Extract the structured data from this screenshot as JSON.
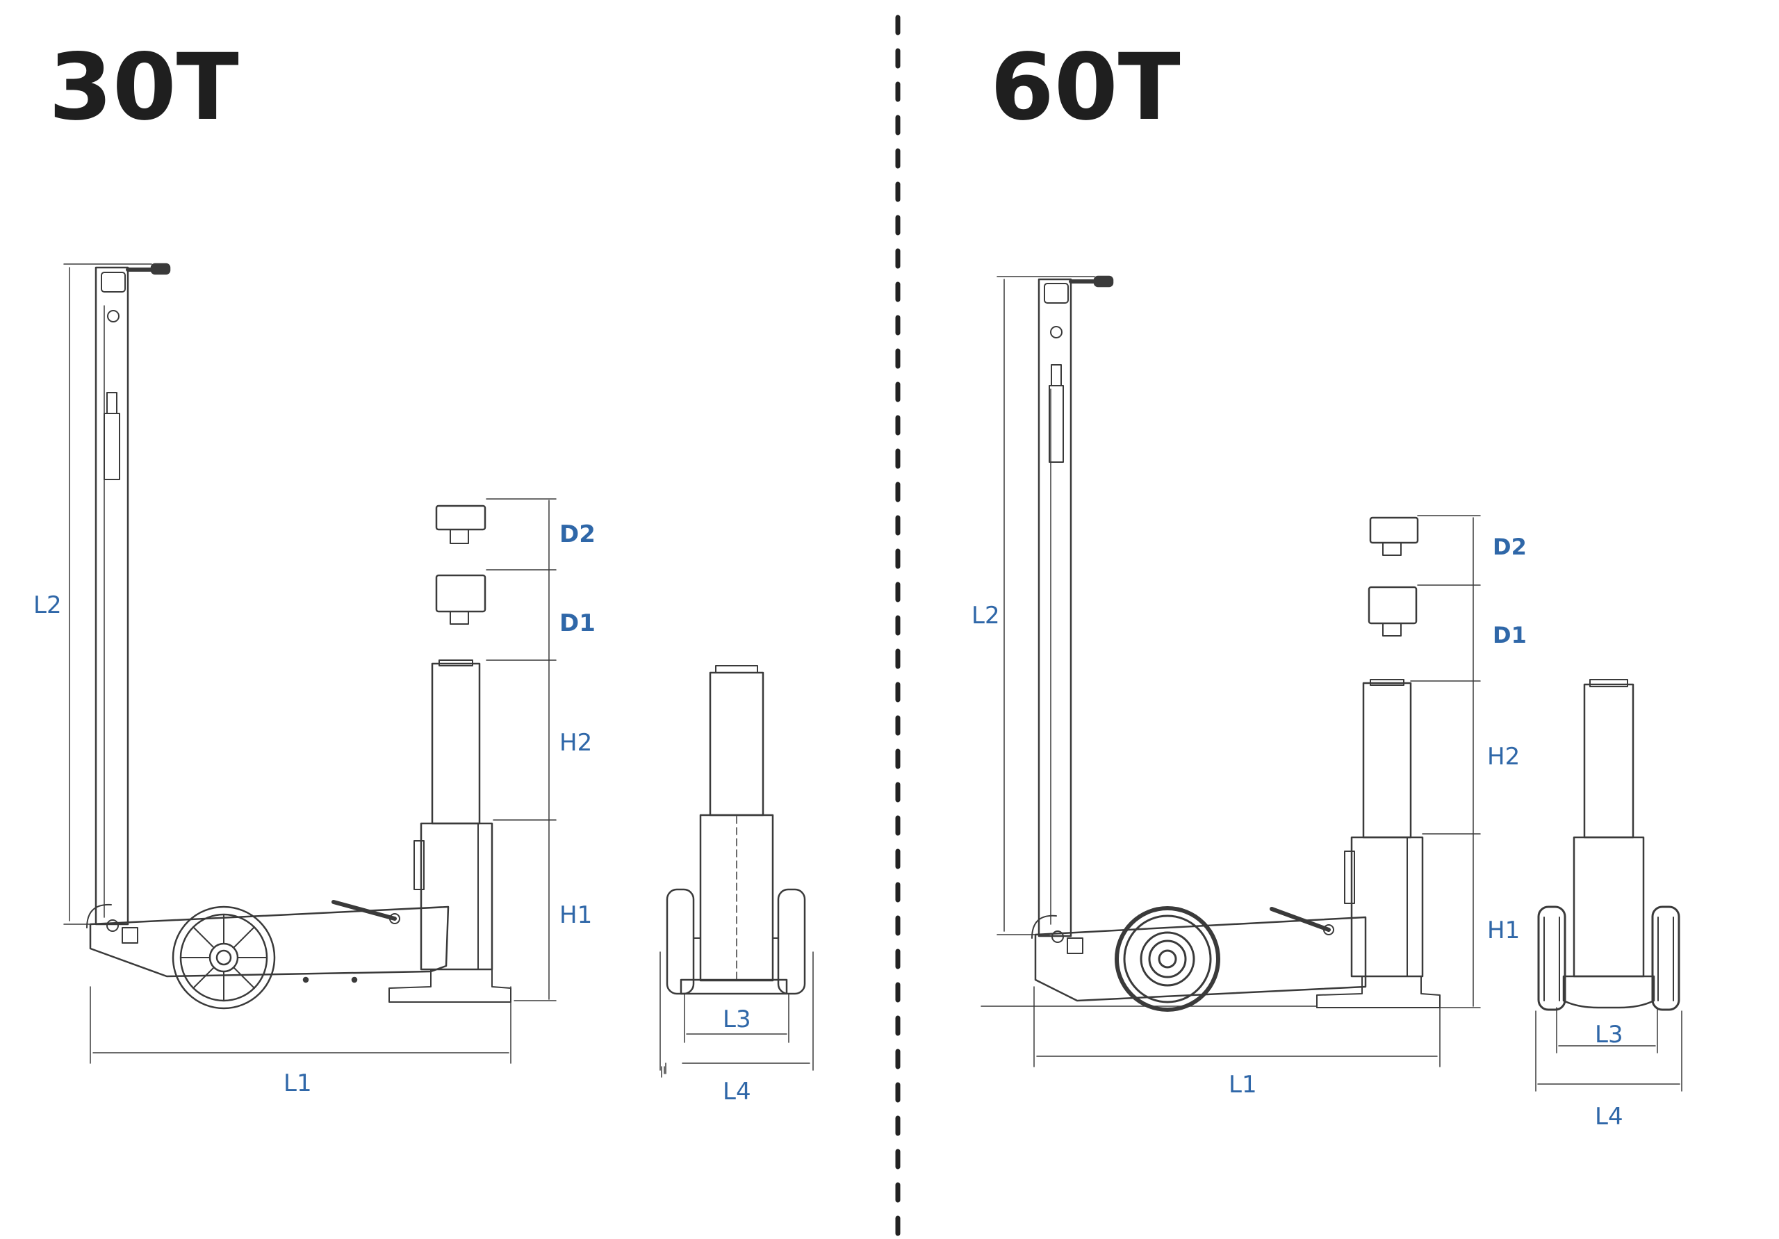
{
  "jack_30t": {
    "title": "30T",
    "labels": {
      "l2": "L2",
      "d2": "D2",
      "d1": "D1",
      "h2": "H2",
      "h1": "H1",
      "l1": "L1",
      "l3": "L3",
      "l4": "L4"
    }
  },
  "jack_60t": {
    "title": "60T",
    "labels": {
      "l2": "L2",
      "d2": "D2",
      "d1": "D1",
      "h2": "H2",
      "h1": "H1",
      "l1": "L1",
      "l3": "L3",
      "l4": "L4"
    }
  },
  "colors": {
    "label": "#2f67a8",
    "line": "#3a3a3a",
    "title": "#1f1f1f"
  }
}
